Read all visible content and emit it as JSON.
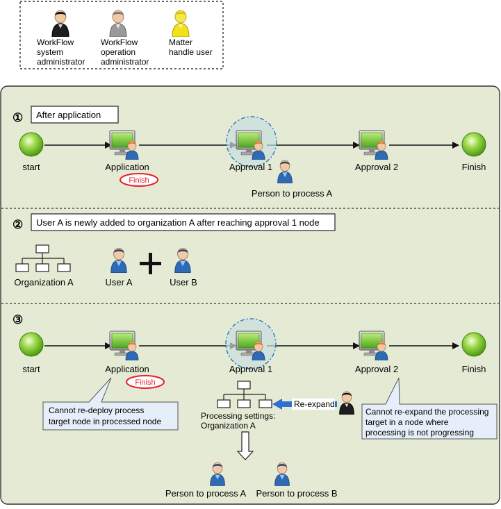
{
  "legend": {
    "system_admin": [
      "WorkFlow",
      "system",
      "administrator"
    ],
    "operation_admin": [
      "WorkFlow",
      "operation",
      "administrator"
    ],
    "matter_user": [
      "Matter",
      "handle user"
    ]
  },
  "section1": {
    "number": "①",
    "title": "After application",
    "start": "start",
    "application": "Application",
    "finish_badge": "Finish",
    "approval1": "Approval 1",
    "approval2": "Approval 2",
    "finish": "Finish",
    "person": "Person to process A"
  },
  "section2": {
    "number": "②",
    "title": "User A is newly added to organization A after reaching approval 1 node",
    "organization": "Organization A",
    "user_a": "User A",
    "user_b": "User B"
  },
  "section3": {
    "number": "③",
    "start": "start",
    "application": "Application",
    "finish_badge": "Finish",
    "approval1": "Approval 1",
    "approval2": "Approval 2",
    "finish": "Finish",
    "callout_left": [
      "Cannot re-deploy process",
      "target node in processed node"
    ],
    "callout_right": [
      "Cannot re-expand the processing",
      "target in a node where",
      "processing is not progressing"
    ],
    "reexpand": "Re-expand",
    "settings": [
      "Processing settings:",
      "Organization A"
    ],
    "person_a": "Person to process A",
    "person_b": "Person to process B"
  },
  "colors": {
    "panel_bg": "#e5ead4",
    "panel_border": "#333333",
    "start_green": "#8fd13a",
    "monitor_green": "#7cc242",
    "user_blue": "#3b7fc4",
    "badge_red": "#e8202a",
    "callout_bg": "#e6eef9",
    "arrow_blue": "#2f6fd0"
  }
}
